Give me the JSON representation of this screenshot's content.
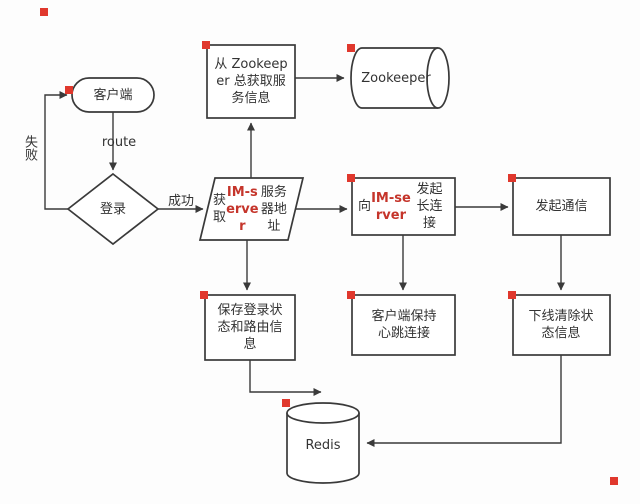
{
  "diagram": {
    "title": "IM-server login flowchart",
    "nodes": {
      "client": {
        "label": "客户端"
      },
      "login": {
        "label": "登录"
      },
      "get_address": {
        "parts": [
          "获取 ",
          "IM-server",
          " 服务器地址"
        ]
      },
      "zk_info": {
        "label": "从 Zookeeper 总获取服务信息"
      },
      "zookeeper": {
        "label": "Zookeeper"
      },
      "im_connect": {
        "parts": [
          "向 ",
          "IM-server",
          " 发起长连接"
        ]
      },
      "comm": {
        "label": "发起通信"
      },
      "save_state": {
        "label": "保存登录状态和路由信息"
      },
      "heartbeat": {
        "label": "客户端保持心跳连接"
      },
      "offline": {
        "label": "下线清除状态信息"
      },
      "redis": {
        "label": "Redis"
      }
    },
    "edge_labels": {
      "route": "route",
      "fail": "失败",
      "success": "成功"
    },
    "colors": {
      "stroke": "#3a3a3a",
      "accent_red": "#c5352b",
      "marker_red": "#e0382d",
      "background": "#fdfdfd"
    }
  }
}
